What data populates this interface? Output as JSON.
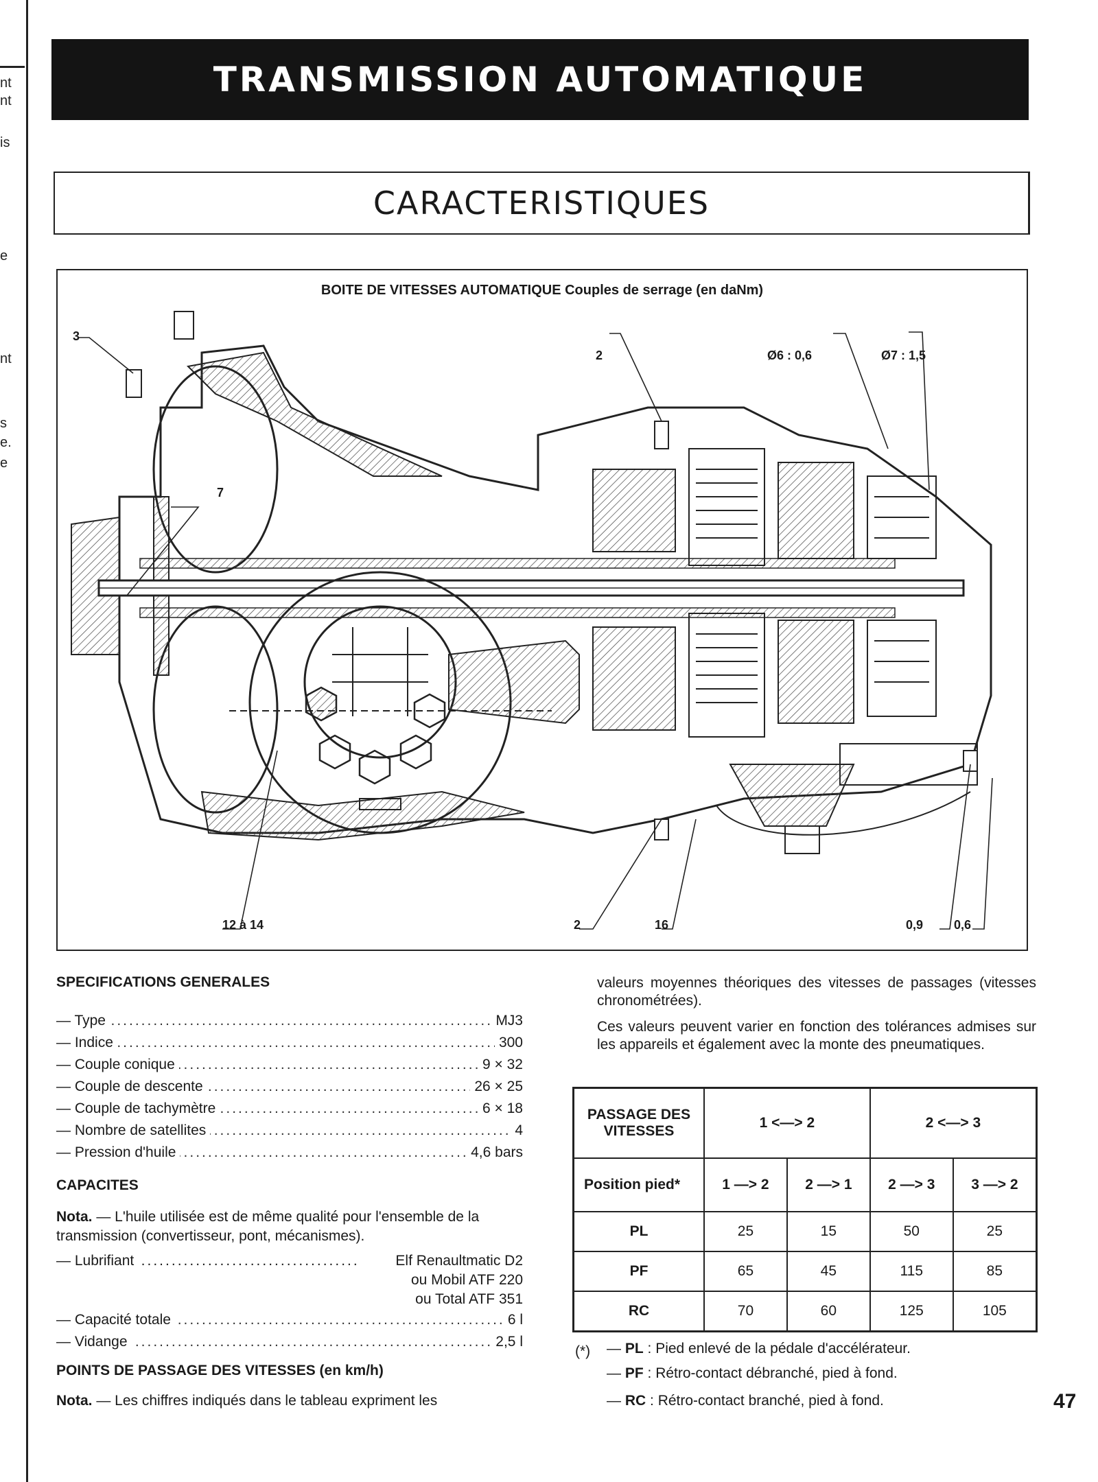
{
  "margin_fragments": [
    "nt",
    "nt",
    "is",
    "e",
    "nt",
    "s",
    "e.",
    "e"
  ],
  "header": {
    "title": "TRANSMISSION AUTOMATIQUE",
    "subtitle": "CARACTERISTIQUES"
  },
  "figure": {
    "title": "BOITE DE VITESSES AUTOMATIQUE  Couples de serrage (en daNm)",
    "callouts": {
      "c3": "3",
      "c7": "7",
      "c2_top": "2",
      "c6": "Ø6 : 0,6",
      "c7dia": "Ø7 : 1,5",
      "c12": "12 à 14",
      "c2_bottom": "2",
      "c16": "16",
      "c09": "0,9",
      "c06": "0,6"
    }
  },
  "specs": {
    "heading": "SPECIFICATIONS GENERALES",
    "rows": [
      {
        "label": "— Type",
        "value": "MJ3"
      },
      {
        "label": "— Indice",
        "value": "300"
      },
      {
        "label": "— Couple  conique",
        "value": "9  ×  32"
      },
      {
        "label": "— Couple  de  descente",
        "value": "26  ×  25"
      },
      {
        "label": "— Couple  de  tachymètre",
        "value": "6  ×  18"
      },
      {
        "label": "— Nombre  de  satellites",
        "value": "4"
      },
      {
        "label": "— Pression  d'huile",
        "value": "4,6  bars"
      }
    ]
  },
  "capacites": {
    "heading": "CAPACITES",
    "nota_label": "Nota.",
    "nota_text": " — L'huile utilisée est de même qualité pour l'ensemble de la transmission (convertisseur, pont, mécanismes).",
    "lubrifiant_label": "— Lubrifiant",
    "lubrifiant_values": [
      "Elf  Renaultmatic  D2",
      "ou  Mobil  ATF  220",
      "ou  Total  ATF  351"
    ],
    "rows": [
      {
        "label": "— Capacité  totale",
        "value": "6   l"
      },
      {
        "label": "— Vidange",
        "value": "2,5  l"
      }
    ]
  },
  "passage": {
    "heading": "POINTS DE PASSAGE DES VITESSES (en km/h)",
    "nota_label": "Nota.",
    "nota_text": " — Les chiffres indiqués dans le tableau expriment les"
  },
  "right_text": {
    "p1": "valeurs moyennes théoriques des vitesses de passages (vitesses chronométrées).",
    "p2": "Ces valeurs peuvent varier en fonction des tolérances admises sur les appareils et également avec la monte des pneumatiques."
  },
  "table": {
    "corner": "PASSAGE DES VITESSES",
    "group1": "1 <—> 2",
    "group2": "2 <—> 3",
    "position_label": "Position pied*",
    "subheads": [
      "1  —>  2",
      "2  —>  1",
      "2  —>  3",
      "3  —>  2"
    ],
    "rows": [
      {
        "label": "PL",
        "values": [
          "25",
          "15",
          "50",
          "25"
        ]
      },
      {
        "label": "PF",
        "values": [
          "65",
          "45",
          "115",
          "85"
        ]
      },
      {
        "label": "RC",
        "values": [
          "70",
          "60",
          "125",
          "105"
        ]
      }
    ]
  },
  "footnotes": {
    "marker": "(*)",
    "items": [
      {
        "code": "PL",
        "text": " : Pied enlevé de la pédale d'accélérateur."
      },
      {
        "code": "PF",
        "text": " : Rétro-contact débranché, pied à fond."
      },
      {
        "code": "RC",
        "text": " : Rétro-contact branché, pied à fond."
      }
    ]
  },
  "page_number": "47"
}
